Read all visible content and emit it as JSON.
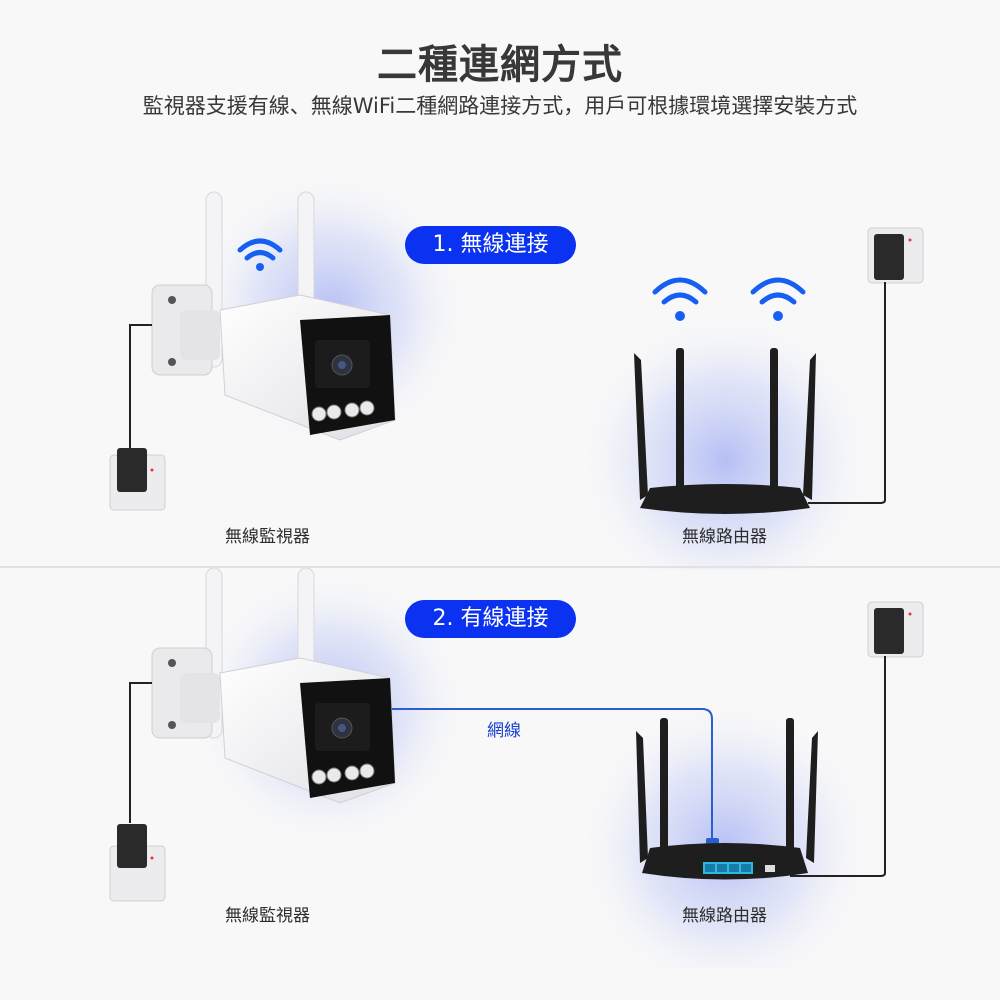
{
  "header": {
    "title": "二種連網方式",
    "subtitle": "監視器支援有線、無線WiFi二種網路連接方式，用戶可根據環境選擇安裝方式"
  },
  "sections": [
    {
      "badge": "1. 無線連接",
      "camera_caption": "無線監視器",
      "router_caption": "無線路由器",
      "connection": "wifi"
    },
    {
      "badge": "2. 有線連接",
      "camera_caption": "無線監視器",
      "router_caption": "無線路由器",
      "connection": "ethernet",
      "cable_label": "網線"
    }
  ],
  "colors": {
    "accent": "#0a32f0",
    "wifi": "#1560f0",
    "cable": "#2a5fd0",
    "router": "#1e1e1e",
    "background": "#f8f8f9"
  }
}
